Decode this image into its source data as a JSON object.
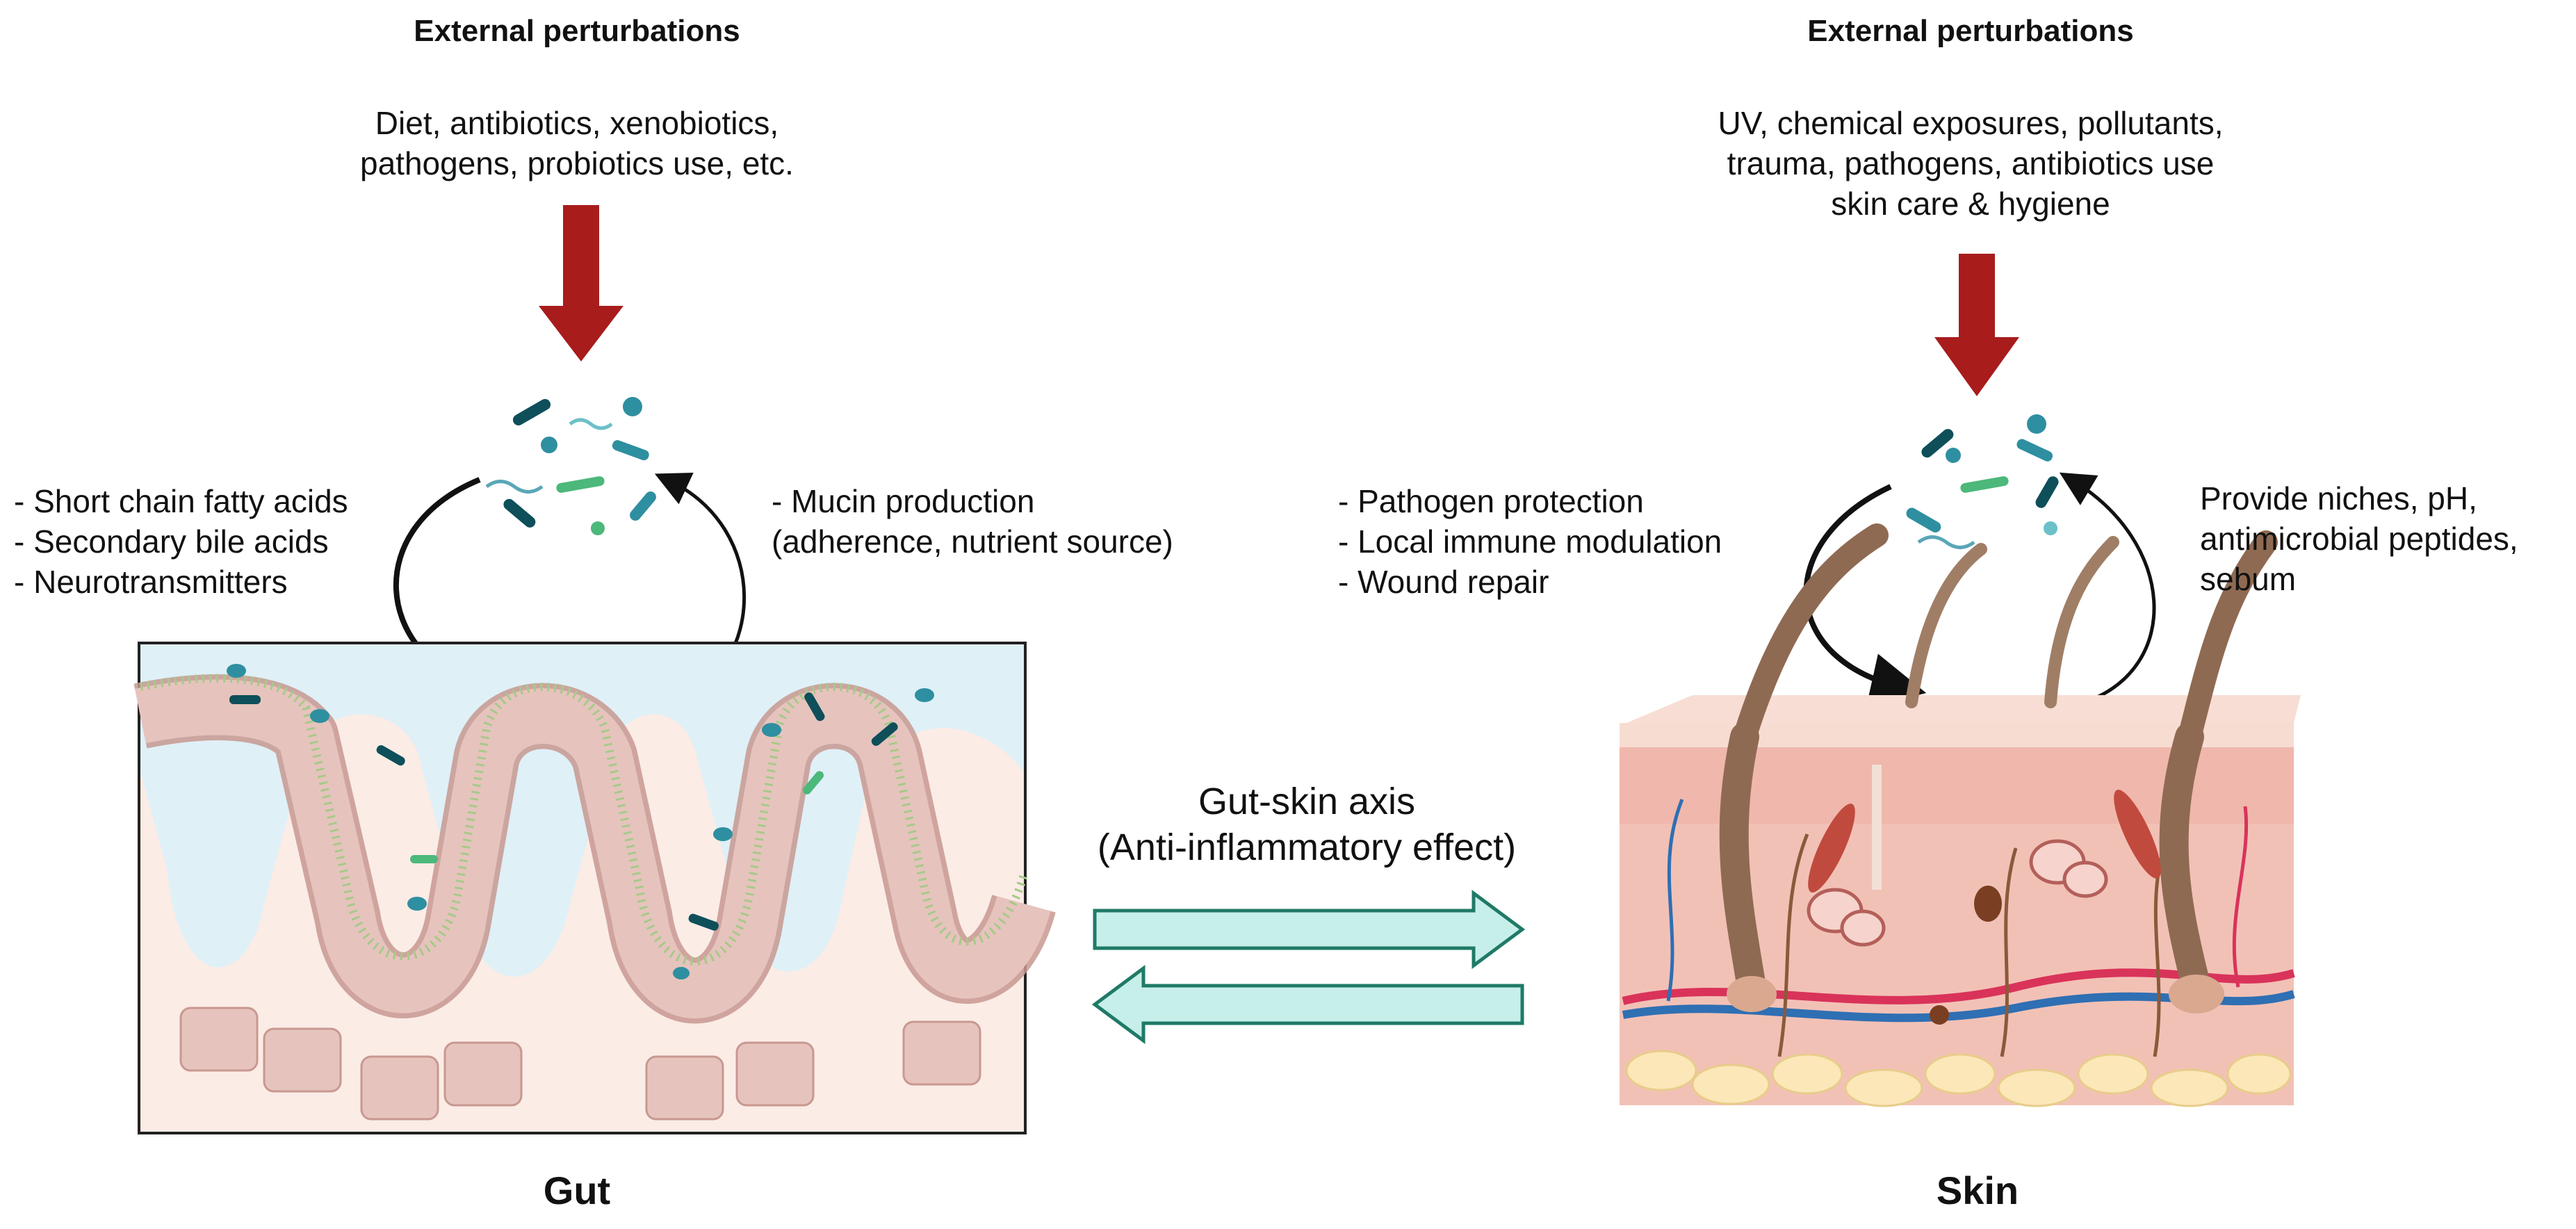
{
  "gut": {
    "heading": "External perturbations",
    "perturbations": [
      "Diet, antibiotics, xenobiotics,",
      "pathogens, probiotics use, etc."
    ],
    "microbe_outputs": [
      "- Short chain fatty acids",
      "- Secondary bile acids",
      "- Neurotransmitters"
    ],
    "host_inputs": [
      "- Mucin production",
      "(adherence, nutrient source)"
    ],
    "label": "Gut"
  },
  "skin": {
    "heading": "External perturbations",
    "perturbations": [
      "UV, chemical exposures, pollutants,",
      "trauma, pathogens, antibiotics use",
      "skin care & hygiene"
    ],
    "microbe_outputs": [
      "- Pathogen protection",
      "- Local immune modulation",
      "- Wound repair"
    ],
    "host_inputs": [
      "Provide niches, pH,",
      "antimicrobial peptides,",
      "sebum"
    ],
    "label": "Skin"
  },
  "axis": {
    "lines": [
      "Gut-skin axis",
      "(Anti-inflammatory effect)"
    ]
  },
  "colors": {
    "perturbation_arrow": "#a81c1c",
    "axis_arrow_fill": "#c6efe9",
    "axis_arrow_stroke": "#1f7a66",
    "lumen": "#dff0f7",
    "tissue": "#fbece6",
    "cell": "#e6c4bd",
    "microbe_dark": "#0e4f5a",
    "microbe_teal": "#2e8fa0",
    "microbe_green": "#4cb87a"
  }
}
